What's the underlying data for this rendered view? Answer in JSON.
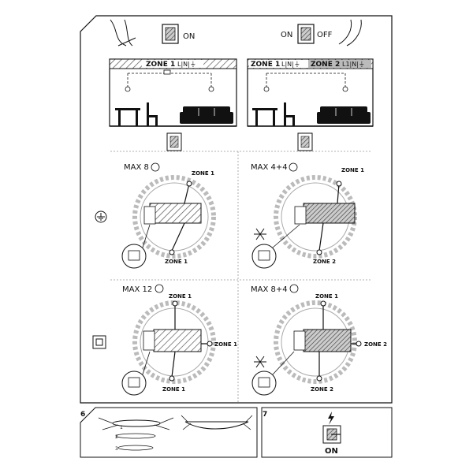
{
  "top": {
    "left": {
      "switch_label": "ON",
      "zone_label": "ZONE 1",
      "zone_terminals": "L|N|⏚"
    },
    "right": {
      "switch_on": "ON",
      "switch_off": "OFF",
      "zone1_label": "ZONE 1",
      "zone1_terminals": "L|N|⏚",
      "zone2_label": "ZONE 2",
      "zone2_terminals": "L1|N|⏚"
    }
  },
  "panels": [
    {
      "max": "MAX 8",
      "zone_top": "ZONE 1",
      "zone_bottom": "ZONE 1"
    },
    {
      "max": "MAX 4+4",
      "zone_top": "ZONE 1",
      "zone_bottom": "ZONE 2"
    },
    {
      "max": "MAX 12",
      "zone_top": "ZONE 1",
      "zone_right": "ZONE 1",
      "zone_bottom": "ZONE 1"
    },
    {
      "max": "MAX 8+4",
      "zone_top": "ZONE 1",
      "zone_right": "ZONE 2",
      "zone_bottom": "ZONE 2"
    }
  ],
  "steps": [
    {
      "number": "6",
      "callouts": [
        "1",
        "2",
        "3"
      ]
    },
    {
      "number": "7",
      "switch_text": "ON"
    }
  ]
}
